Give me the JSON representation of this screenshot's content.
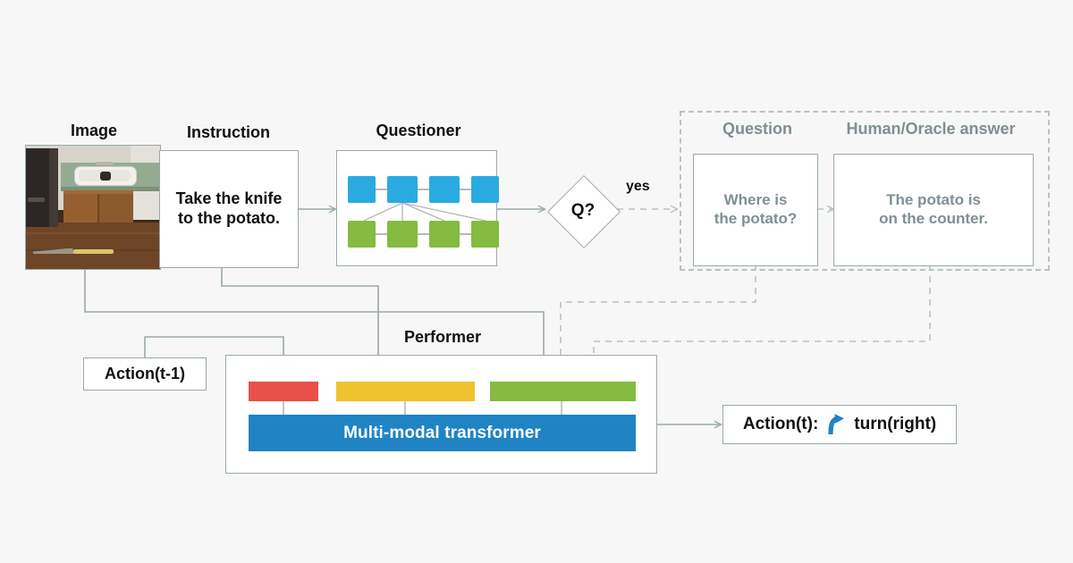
{
  "figure": {
    "background_color": "#f7f7f7",
    "title": "Interactive questioner-performer embodied agent pipeline"
  },
  "colors": {
    "line": "#9aa9ad",
    "dashed_line": "#b9c2c4",
    "muted_text": "#7f8f94",
    "blue_cell": "#29abe2",
    "green_cell": "#84bb40",
    "red_bar": "#e8504a",
    "yellow_bar": "#efc230",
    "green_bar": "#84bb40",
    "transformer_blue": "#1f83c4",
    "turn_icon_blue": "#1f83c4"
  },
  "captions": {
    "image": "Image",
    "instruction": "Instruction",
    "questioner": "Questioner",
    "performer": "Performer",
    "question": "Question",
    "oracle_answer": "Human/Oracle answer"
  },
  "nodes": {
    "instruction_text": "Take the knife\nto the potato.",
    "instruction_line1": "Take the knife",
    "instruction_line2": "to the potato.",
    "decision": "Q?",
    "decision_edge_label": "yes",
    "question_line1": "Where is",
    "question_line2": "the potato?",
    "answer_line1": "The potato is",
    "answer_line2": "on the counter.",
    "action_prev": "Action(t-1)",
    "action_now_prefix": "Action(t):",
    "action_now_value": "turn(right)",
    "transformer": "Multi-modal transformer"
  },
  "icons": {
    "turn_right": "turn-right-arrow-icon",
    "arrow_head": "arrowhead-icon"
  },
  "questioner_cells": {
    "top_row_color": "#29abe2",
    "bottom_row_color": "#84bb40",
    "columns": 4,
    "rows": 2
  },
  "performer_bars": [
    {
      "name": "action-embedding",
      "color": "#e8504a"
    },
    {
      "name": "instruction-embedding",
      "color": "#efc230"
    },
    {
      "name": "vision-dialog-embedding",
      "color": "#84bb40"
    }
  ]
}
